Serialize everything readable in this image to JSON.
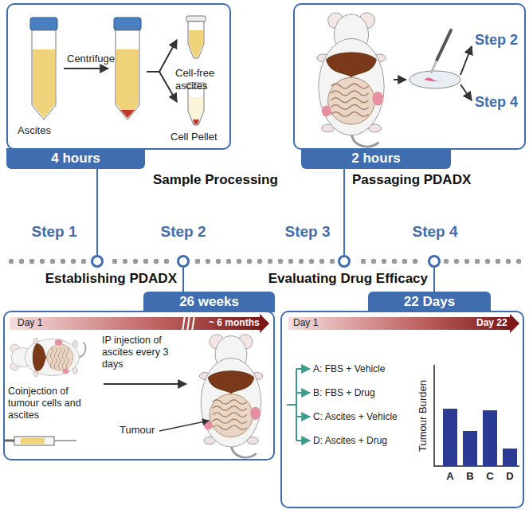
{
  "diagram": {
    "nodes": [
      {
        "text": [
          "Centrifuge",
          "Ascites",
          "Cell-free ascites",
          "Cell Pellet"
        ]
      },
      {
        "text": [
          "4 hours"
        ],
        "in": 0
      },
      {
        "text": [
          "Step 2",
          "Step 4"
        ]
      },
      {
        "text": [
          "2 hours"
        ],
        "in": 2
      },
      {
        "text": [
          "Step 1"
        ]
      },
      {
        "text": [
          "Step 2"
        ]
      },
      {
        "text": [
          "Step 3"
        ]
      },
      {
        "text": [
          "Step 4"
        ]
      },
      {
        "text": [
          "Day 1",
          "~ 6 months",
          "Coinjection of tumour cells and ascites",
          "IP injection of ascites every 3 days",
          "Tumour"
        ]
      },
      {
        "text": [
          "26 weeks"
        ],
        "in": 8
      },
      {
        "text": [
          "Day 1",
          "Day 22",
          "A: FBS + Vehicle",
          "B: FBS + Drug",
          "C: Ascites + Vehicle",
          "D: Ascites + Drug",
          "Tumour Burden",
          "A",
          "B",
          "C",
          "D"
        ]
      },
      {
        "text": [
          "22 Days"
        ],
        "in": 10
      }
    ],
    "edges": [
      {
        "from": 1,
        "to": 4,
        "arrow": "none"
      },
      {
        "from": 5,
        "to": 9,
        "arrow": "none"
      },
      {
        "from": 3,
        "to": 6,
        "arrow": "none"
      },
      {
        "from": 7,
        "to": 11,
        "arrow": "none"
      }
    ],
    "labels": [
      "Sample Processing",
      "Passaging PDADX",
      "Establishing PDADX",
      "Evaluating Drug Efficacy"
    ]
  }
}
